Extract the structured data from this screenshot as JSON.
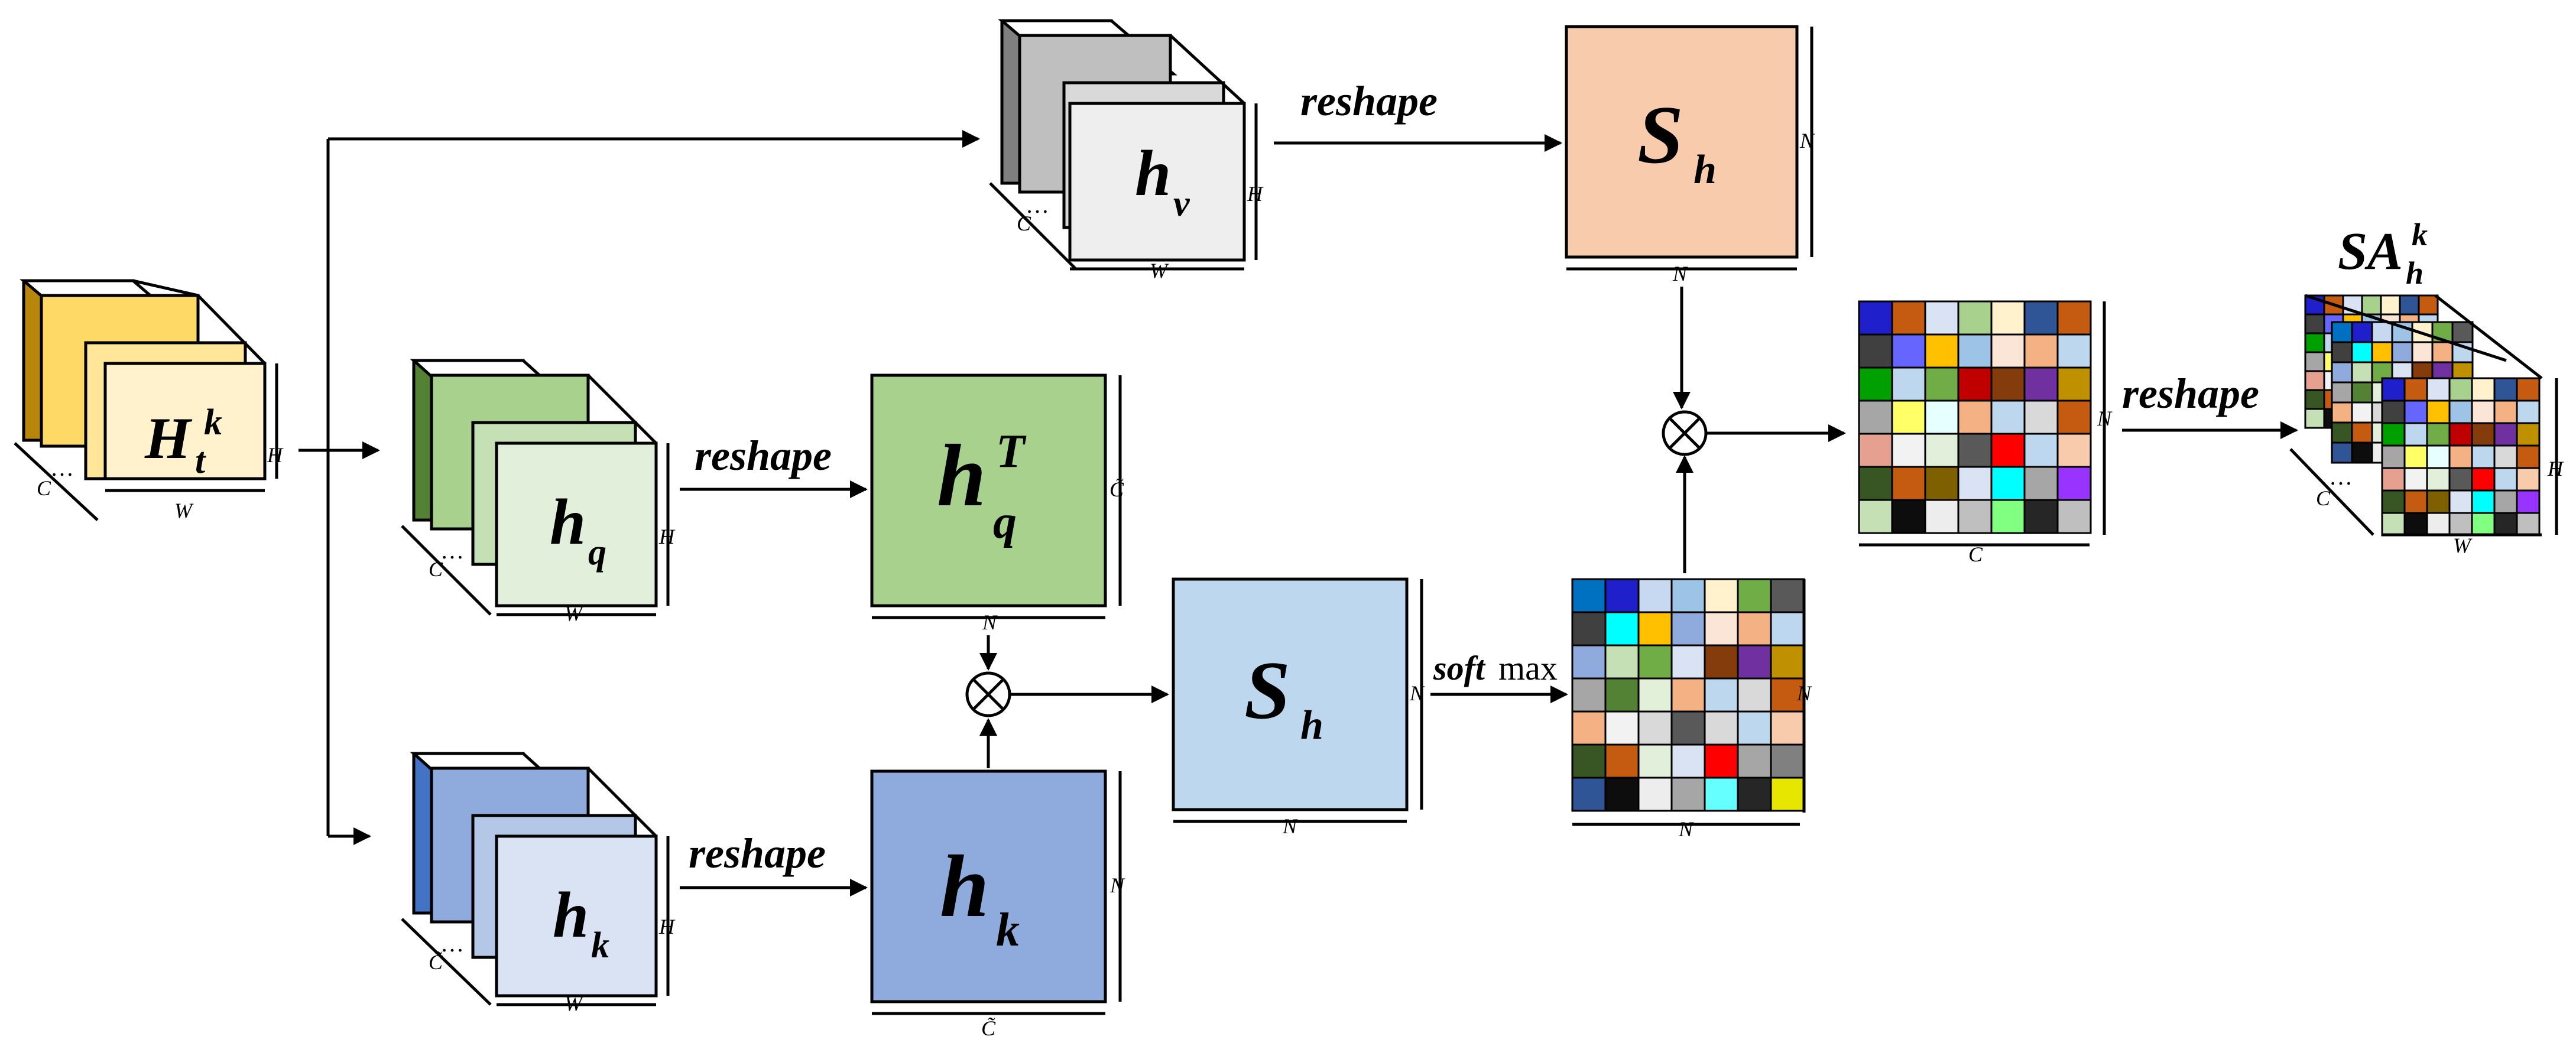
{
  "labels": {
    "input_H": "H",
    "input_t": "t",
    "input_k": "k",
    "hv": "h",
    "hv_sub": "v",
    "hq": "h",
    "hq_sub": "q",
    "hk": "h",
    "hk_sub": "k",
    "hqT": "h",
    "hqT_sub": "q",
    "hqT_sup": "T",
    "hkmat": "h",
    "hkmat_sub": "k",
    "S_top": "S",
    "S_top_sub": "h",
    "S_mid": "S",
    "S_mid_sub": "h",
    "SA": "SA",
    "SA_sub": "h",
    "SA_sup": "k",
    "reshape": "reshape",
    "soft": "soft",
    "max": "max",
    "dim_H": "H",
    "dim_W": "W",
    "dim_C": "C",
    "dim_N": "N",
    "dim_Ctilde": "C̃",
    "dots": "…"
  },
  "colors": {
    "input": [
      "#b8860b",
      "#ffd966",
      "#ffe699",
      "#fff2cc"
    ],
    "hv": [
      "#7f7f7f",
      "#bfbfbf",
      "#d9d9d9",
      "#eeeeee"
    ],
    "hq": [
      "#548235",
      "#a9d18e",
      "#c5e0b4",
      "#e2efda"
    ],
    "hk": [
      "#4472c4",
      "#8faadc",
      "#b4c7e7",
      "#dae3f3"
    ],
    "S_top": "#f8cbad",
    "S_mid": "#bdd7ee",
    "hqT": "#a9d18e",
    "hkmat": "#8faadc"
  },
  "softmax_grid": [
    [
      "#0070c0",
      "#1f1fcc",
      "#c6d9f0",
      "#9dc3e6",
      "#fff2cc",
      "#70ad47",
      "#595959"
    ],
    [
      "#404040",
      "#00ffff",
      "#ffc000",
      "#8faadc",
      "#fbe5d6",
      "#f4b183",
      "#bdd7ee"
    ],
    [
      "#8faadc",
      "#c5e0b4",
      "#70ad47",
      "#dae3f3",
      "#843c0c",
      "#7030a0",
      "#bf9000"
    ],
    [
      "#a6a6a6",
      "#548235",
      "#e2f0d9",
      "#f4b183",
      "#bdd7ee",
      "#d9d9d9",
      "#c55a11"
    ],
    [
      "#f4b183",
      "#f2f2f2",
      "#d9d9d9",
      "#595959",
      "#d9d9d9",
      "#bdd7ee",
      "#f8cbad"
    ],
    [
      "#375623",
      "#c55a11",
      "#e2efda",
      "#dae3f3",
      "#ff0000",
      "#a6a6a6",
      "#808080"
    ],
    [
      "#2f5597",
      "#0d0d0d",
      "#ededed",
      "#a6a6a6",
      "#66ffff",
      "#262626",
      "#e6e600"
    ]
  ],
  "result_grid": [
    [
      "#1f1fcc",
      "#c55a11",
      "#dae3f3",
      "#a9d18e",
      "#fff2cc",
      "#2f5597",
      "#c55a11"
    ],
    [
      "#404040",
      "#6666ff",
      "#ffc000",
      "#9dc3e6",
      "#fbe5d6",
      "#f4b183",
      "#bdd7ee"
    ],
    [
      "#00a000",
      "#bdd7ee",
      "#70ad47",
      "#c00000",
      "#843c0c",
      "#7030a0",
      "#bf9000"
    ],
    [
      "#a6a6a6",
      "#ffff66",
      "#e6ffff",
      "#f4b183",
      "#bdd7ee",
      "#d9d9d9",
      "#c55a11"
    ],
    [
      "#e6a090",
      "#f2f2f2",
      "#e2efda",
      "#595959",
      "#ff0000",
      "#bdd7ee",
      "#f8cbad"
    ],
    [
      "#375623",
      "#c55a11",
      "#7f6000",
      "#dae3f3",
      "#00ffff",
      "#a6a6a6",
      "#9933ff"
    ],
    [
      "#c5e0b4",
      "#0d0d0d",
      "#ededed",
      "#bfbfbf",
      "#80ff80",
      "#262626",
      "#bfbfbf"
    ]
  ]
}
